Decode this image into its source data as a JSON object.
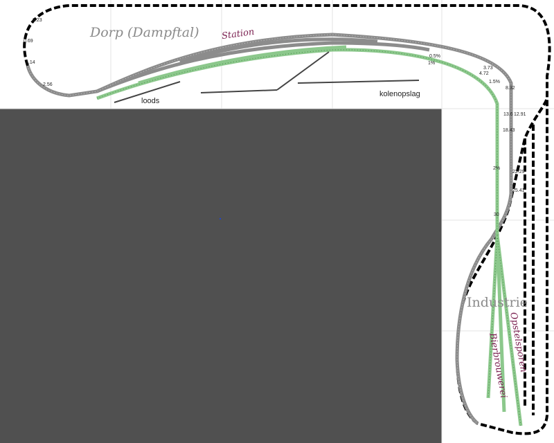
{
  "labels": {
    "village": "Dorp (Dampftal)",
    "station": "Station",
    "shed": "loods",
    "coal_yard": "kolenopslag",
    "industry": "Industrie",
    "storage_tracks": "Opstelsporen",
    "brewery": "Bierbrouwerei"
  },
  "gradients": [
    "0.5%",
    "1%",
    "1.5%",
    "2%"
  ],
  "length_markers": [
    "0.23",
    "0.69",
    "1.14",
    "2.56",
    "3.73",
    "4.72",
    "8.32",
    "13.6",
    "12.91",
    "18.43",
    "22.29",
    "25.41",
    "30"
  ],
  "colors": {
    "background": "#ffffff",
    "hidden_track": "#000000",
    "main_track": "#8c8c8c",
    "siding_track": "#8cc88c",
    "label_text": "#7a2050",
    "grey_area": "#505050"
  }
}
